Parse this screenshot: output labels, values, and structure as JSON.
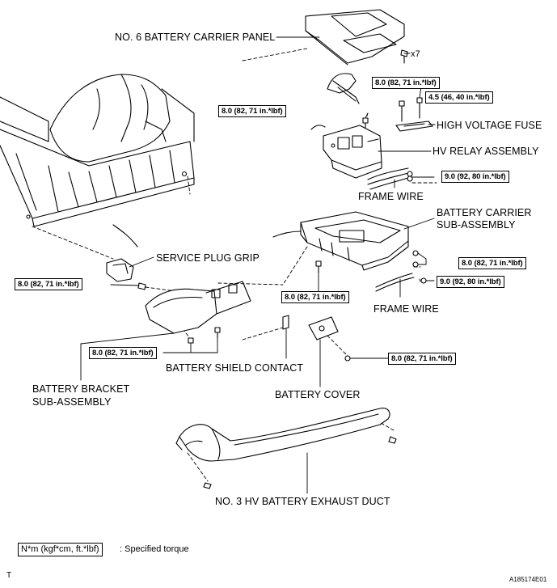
{
  "labels": {
    "carrier_panel": "NO. 6 BATTERY CARRIER PANEL",
    "x7": "x7",
    "high_voltage_fuse": "HIGH VOLTAGE FUSE",
    "hv_relay_assembly": "HV RELAY ASSEMBLY",
    "frame_wire_1": "FRAME WIRE",
    "battery_carrier_1": "BATTERY CARRIER",
    "battery_carrier_2": "SUB-ASSEMBLY",
    "service_plug_grip": "SERVICE PLUG GRIP",
    "frame_wire_2": "FRAME WIRE",
    "battery_shield_contact": "BATTERY SHIELD CONTACT",
    "battery_bracket_1": "BATTERY BRACKET",
    "battery_bracket_2": "SUB-ASSEMBLY",
    "battery_cover": "BATTERY COVER",
    "exhaust_duct": "NO. 3 HV BATTERY EXHAUST DUCT"
  },
  "torques": {
    "t1": "8.0 (82, 71 in.*lbf)",
    "t2": "4.5 (46, 40 in.*lbf)",
    "t3": "8.0 (82, 71 in.*lbf)",
    "t4": "9.0 (92, 80 in.*lbf)",
    "t5": "8.0 (82, 71 in.*lbf)",
    "t6": "8.0 (82, 71 in.*lbf)",
    "t7": "9.0 (92, 80 in.*lbf)",
    "t8": "8.0 (82, 71 in.*lbf)",
    "t9": "8.0 (82, 71 in.*lbf)",
    "t10": "8.0 (82, 71 in.*lbf)"
  },
  "legend": {
    "unit": "N*m (kgf*cm, ft.*lbf)",
    "text": ": Specified torque"
  },
  "footer": {
    "left_mark": "T",
    "figure_id": "A185174E01"
  }
}
